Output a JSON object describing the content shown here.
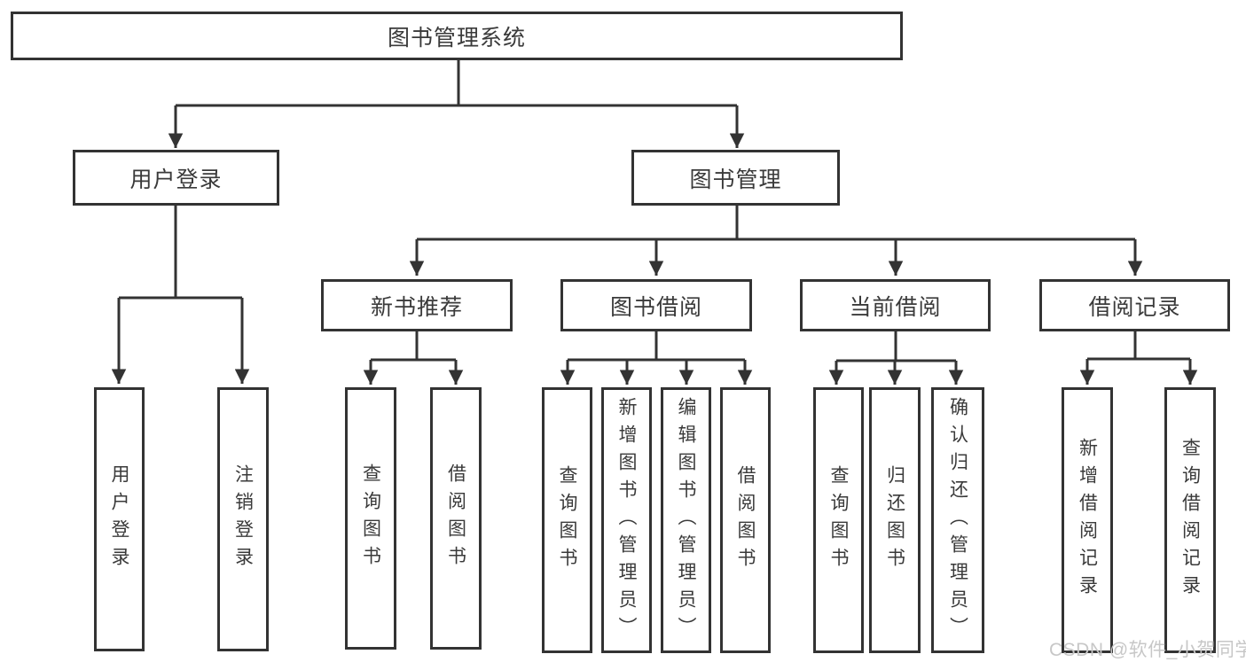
{
  "tree": {
    "label": "图书管理系统",
    "children": [
      {
        "label": "用户登录",
        "children": [
          {
            "label": "用户登录"
          },
          {
            "label": "注销登录"
          }
        ]
      },
      {
        "label": "图书管理",
        "children": [
          {
            "label": "新书推荐",
            "children": [
              {
                "label": "查询图书"
              },
              {
                "label": "借阅图书"
              }
            ]
          },
          {
            "label": "图书借阅",
            "children": [
              {
                "label": "查询图书"
              },
              {
                "label": "新增图书（管理员）"
              },
              {
                "label": "编辑图书（管理员）"
              },
              {
                "label": "借阅图书"
              }
            ]
          },
          {
            "label": "当前借阅",
            "children": [
              {
                "label": "查询图书"
              },
              {
                "label": "归还图书"
              },
              {
                "label": "确认归还（管理员）"
              }
            ]
          },
          {
            "label": "借阅记录",
            "children": [
              {
                "label": "新增借阅记录"
              },
              {
                "label": "查询借阅记录"
              }
            ]
          }
        ]
      }
    ]
  },
  "watermark": {
    "text": "CSDN @软件_小贺同学"
  },
  "colors": {
    "line": "#333333",
    "text": "#3a3a3a",
    "watermark": "#c7c7c7",
    "background": "#ffffff"
  }
}
